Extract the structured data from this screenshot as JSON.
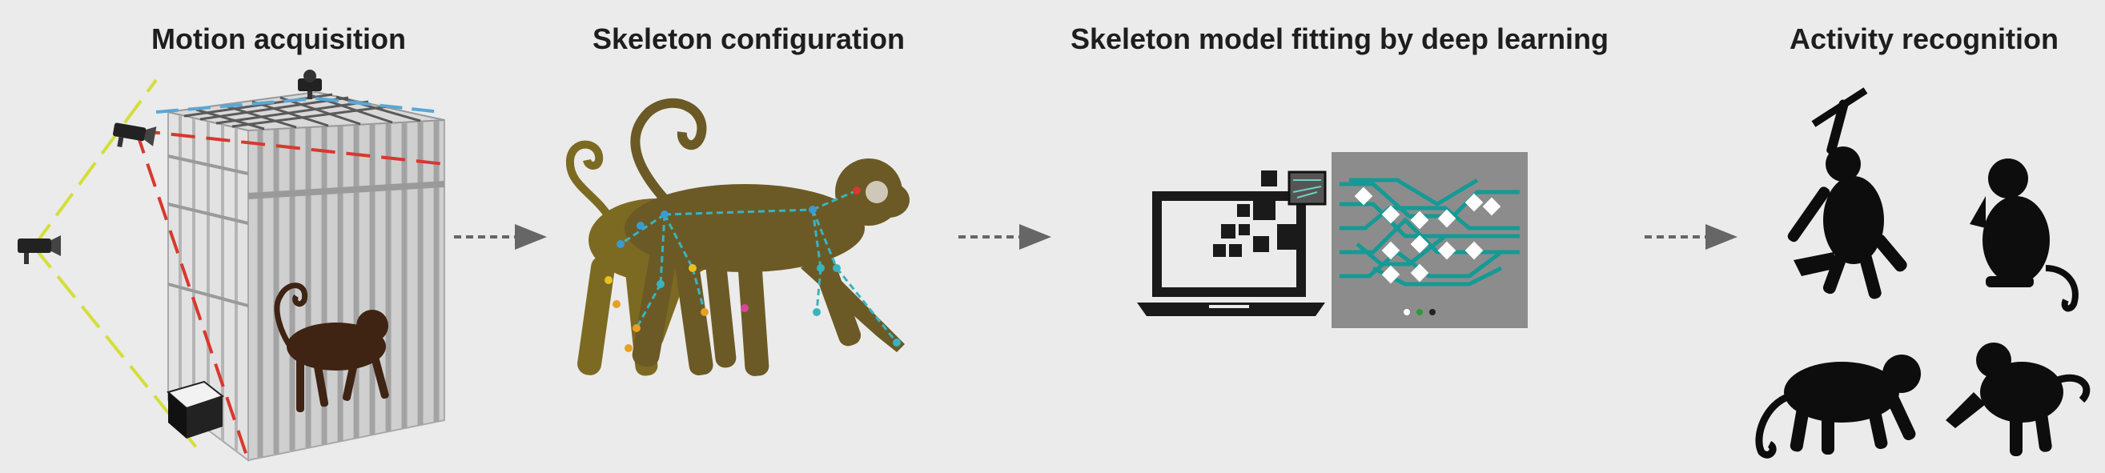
{
  "panels": {
    "motion": {
      "title": "Motion acquisition"
    },
    "skeleton": {
      "title": "Skeleton configuration"
    },
    "fitting": {
      "title": "Skeleton model fitting by deep learning"
    },
    "activity": {
      "title": "Activity recognition"
    }
  },
  "colors": {
    "background": "#ebebeb",
    "cage": "#b9b9b9",
    "camera_frustum_yellow": "#d4de3a",
    "camera_frustum_red": "#d8382e",
    "camera_frustum_blue": "#5aa7d6",
    "monkey_cage": "#3f2313",
    "monkey_skeleton_back": "#7d6a22",
    "monkey_skeleton_front": "#6b5a25",
    "skeleton_lines": "#3ab3c0",
    "network_panel": "#8c8c8c",
    "network_lines": "#159a95",
    "arrow": "#666666",
    "silhouette": "#0d0d0d"
  },
  "icons": [
    "camera-icon",
    "laptop-icon",
    "arrow-icon",
    "monkey-silhouette-icon"
  ]
}
